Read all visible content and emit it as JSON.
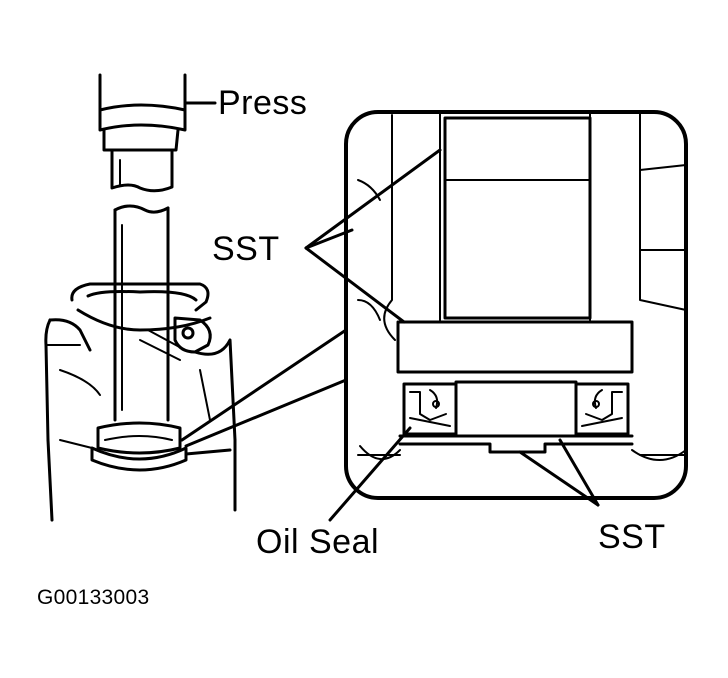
{
  "labels": {
    "press": "Press",
    "sst_top": "SST",
    "oil_seal": "Oil Seal",
    "sst_bottom": "SST"
  },
  "figure_id": "G00133003",
  "colors": {
    "ink": "#000000",
    "paper": "#ffffff"
  }
}
